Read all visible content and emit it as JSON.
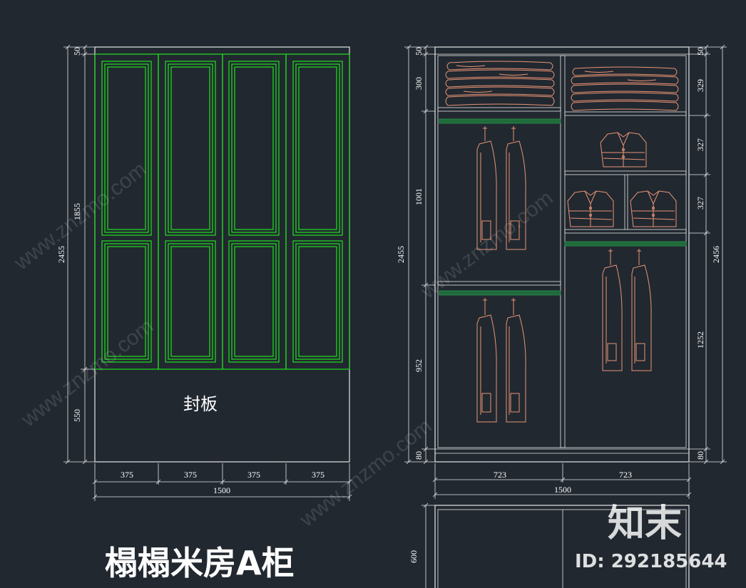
{
  "front_view": {
    "panel_label": "封板",
    "height_dims": {
      "top": "50",
      "doors": "1855",
      "total": "2455",
      "bottom": "550"
    },
    "width_dims": [
      "375",
      "375",
      "375",
      "375"
    ],
    "total_width": "1500"
  },
  "interior_view": {
    "left_dims": {
      "top": "50",
      "shelf": "300",
      "upper": "1001",
      "total": "2455",
      "lower": "952",
      "base": "80"
    },
    "right_dims": {
      "top": "50",
      "shelf": "329",
      "mid1": "327",
      "mid2": "327",
      "total": "2456",
      "lower": "1252",
      "base": "80"
    },
    "width_dims": [
      "723",
      "723"
    ],
    "total_width": "1500"
  },
  "side_view": {
    "height_dim": "600"
  },
  "title": "榻榻米房A柜",
  "watermark": {
    "logo": "知末",
    "id": "ID: 292185644",
    "site": "www.znzmo.com"
  },
  "colors": {
    "background": "#212830",
    "door_green": "#1fd31f",
    "line_white": "#e6e6e6",
    "clothes_orange": "#e99474",
    "rod_green": "#1f6b3a"
  }
}
